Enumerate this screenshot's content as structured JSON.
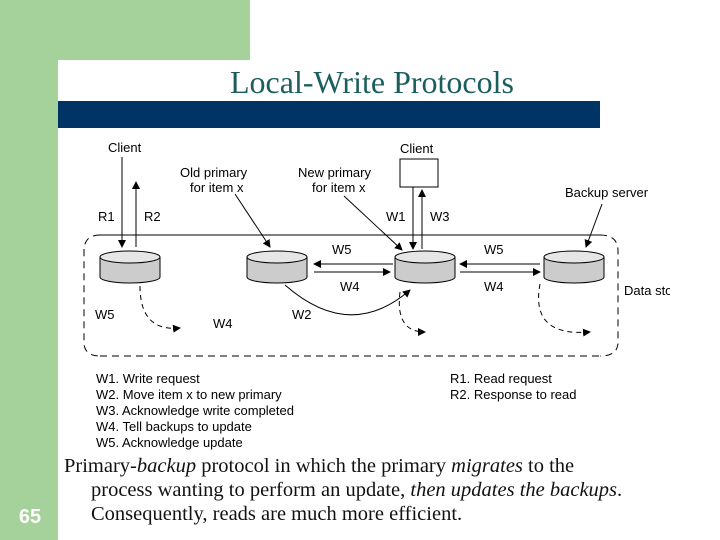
{
  "slide": {
    "title": "Local-Write Protocols",
    "number": "65"
  },
  "diagram": {
    "client_left": "Client",
    "client_right": "Client",
    "old_primary": [
      "Old primary",
      "for item x"
    ],
    "new_primary": [
      "New primary",
      "for item x"
    ],
    "backup_server": "Backup server",
    "data_store": "Data store",
    "edge_labels": {
      "r1": "R1",
      "r2": "R2",
      "w1": "W1",
      "w3": "W3",
      "w5_left": "W5",
      "w5_right": "W5",
      "w4_mid": "W4",
      "w4_right": "W4",
      "w5_bottom": "W5",
      "w4_bottom": "W4",
      "w2": "W2"
    },
    "legend_write": [
      "W1. Write request",
      "W2. Move item x to new primary",
      "W3. Acknowledge write completed",
      "W4. Tell backups to update",
      "W5. Acknowledge update"
    ],
    "legend_read": [
      "R1. Read request",
      "R2. Response to read"
    ]
  },
  "caption": {
    "t1": "Primary-",
    "t1_em": "backup",
    "t2": " protocol in which the primary ",
    "t2_em": "migrates",
    "t3": " to the",
    "t4": "process wanting to perform an update, ",
    "t4_em": "then updates the backups",
    "t5": ".",
    "t6": "Consequently, reads are much more efficient."
  }
}
